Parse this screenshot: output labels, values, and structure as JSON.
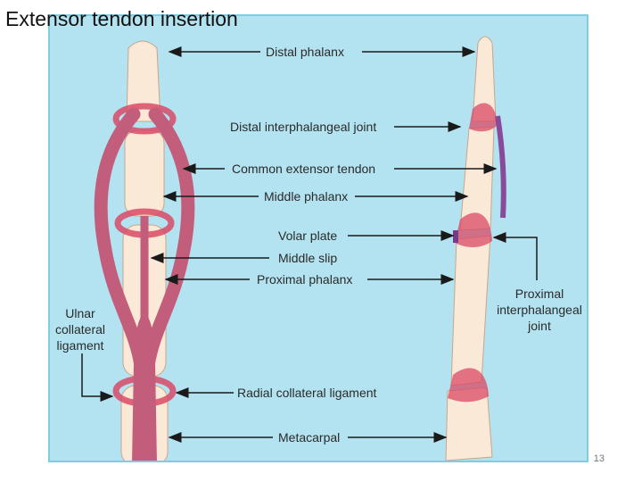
{
  "slide": {
    "title": "Extensor tendon insertion",
    "page_number": "13"
  },
  "colors": {
    "panel": "#b3e3f0",
    "bone": "#fbe9d8",
    "tendon": "#c25d7b",
    "joint": "#d94a66",
    "arrow": "#1a1a1a"
  },
  "labels": {
    "distal_phalanx": "Distal phalanx",
    "dip_joint": "Distal interphalangeal joint",
    "common_extensor_tendon": "Common extensor tendon",
    "middle_phalanx": "Middle phalanx",
    "volar_plate": "Volar plate",
    "middle_slip": "Middle slip",
    "proximal_phalanx": "Proximal phalanx",
    "ulnar_collateral_ligament": "Ulnar collateral ligament",
    "pip_joint": "Proximal interphalangeal joint",
    "radial_collateral_ligament": "Radial collateral ligament",
    "metacarpal": "Metacarpal"
  }
}
